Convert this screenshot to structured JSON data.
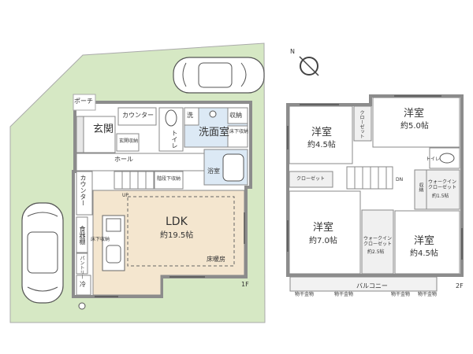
{
  "colors": {
    "lot": "#d6e8c4",
    "wall": "#8c8c8c",
    "floor_ldk": "#f4e6cf",
    "floor_wet": "#dce9f5",
    "floor_room": "#ffffff",
    "hall": "#ffffff",
    "balcony": "#f2f2f2",
    "line": "#555555"
  },
  "floor1": {
    "label": "1F",
    "porch": "ポーチ",
    "entrance": "玄関",
    "counter_top": "カウンター",
    "toilet": "トイレ",
    "wash": "洗",
    "washroom": "洗面室",
    "storage": "収納",
    "under_floor_storage_wash": "床下収納",
    "hall": "ホール",
    "bath": "浴室",
    "counter_side": "カウンター",
    "up": "UP",
    "under_stairs_storage": "階段下収納",
    "ldk": "LDK",
    "ldk_area": "約19.5帖",
    "cupboard": "食器棚",
    "under_floor_storage_kitchen": "床下収納",
    "fridge": "冷",
    "floor_heating": "床暖房",
    "shoebox": "玄関収納",
    "pantry": "パントリー"
  },
  "floor2": {
    "label": "2F",
    "room_nw": "洋室",
    "room_nw_area": "約4.5帖",
    "room_ne": "洋室",
    "room_ne_area": "約5.0帖",
    "closet_v": "クローゼット",
    "closet_h": "クローゼット",
    "toilet": "トイレ",
    "dn": "DN",
    "storage": "収納",
    "wic_right": "ウォークインクローゼット",
    "wic_right_area": "約1.5帖",
    "room_sw": "洋室",
    "room_sw_area": "約7.0帖",
    "wic_mid": "ウォークインクローゼット",
    "wic_mid_area": "約2.5帖",
    "room_se": "洋室",
    "room_se_area": "約4.5帖",
    "balcony": "バルコニー",
    "drying_1": "物干金物",
    "drying_2": "物干金物",
    "drying_3": "物干金物",
    "drying_4": "物干金物"
  },
  "compass": {
    "north": "N"
  }
}
